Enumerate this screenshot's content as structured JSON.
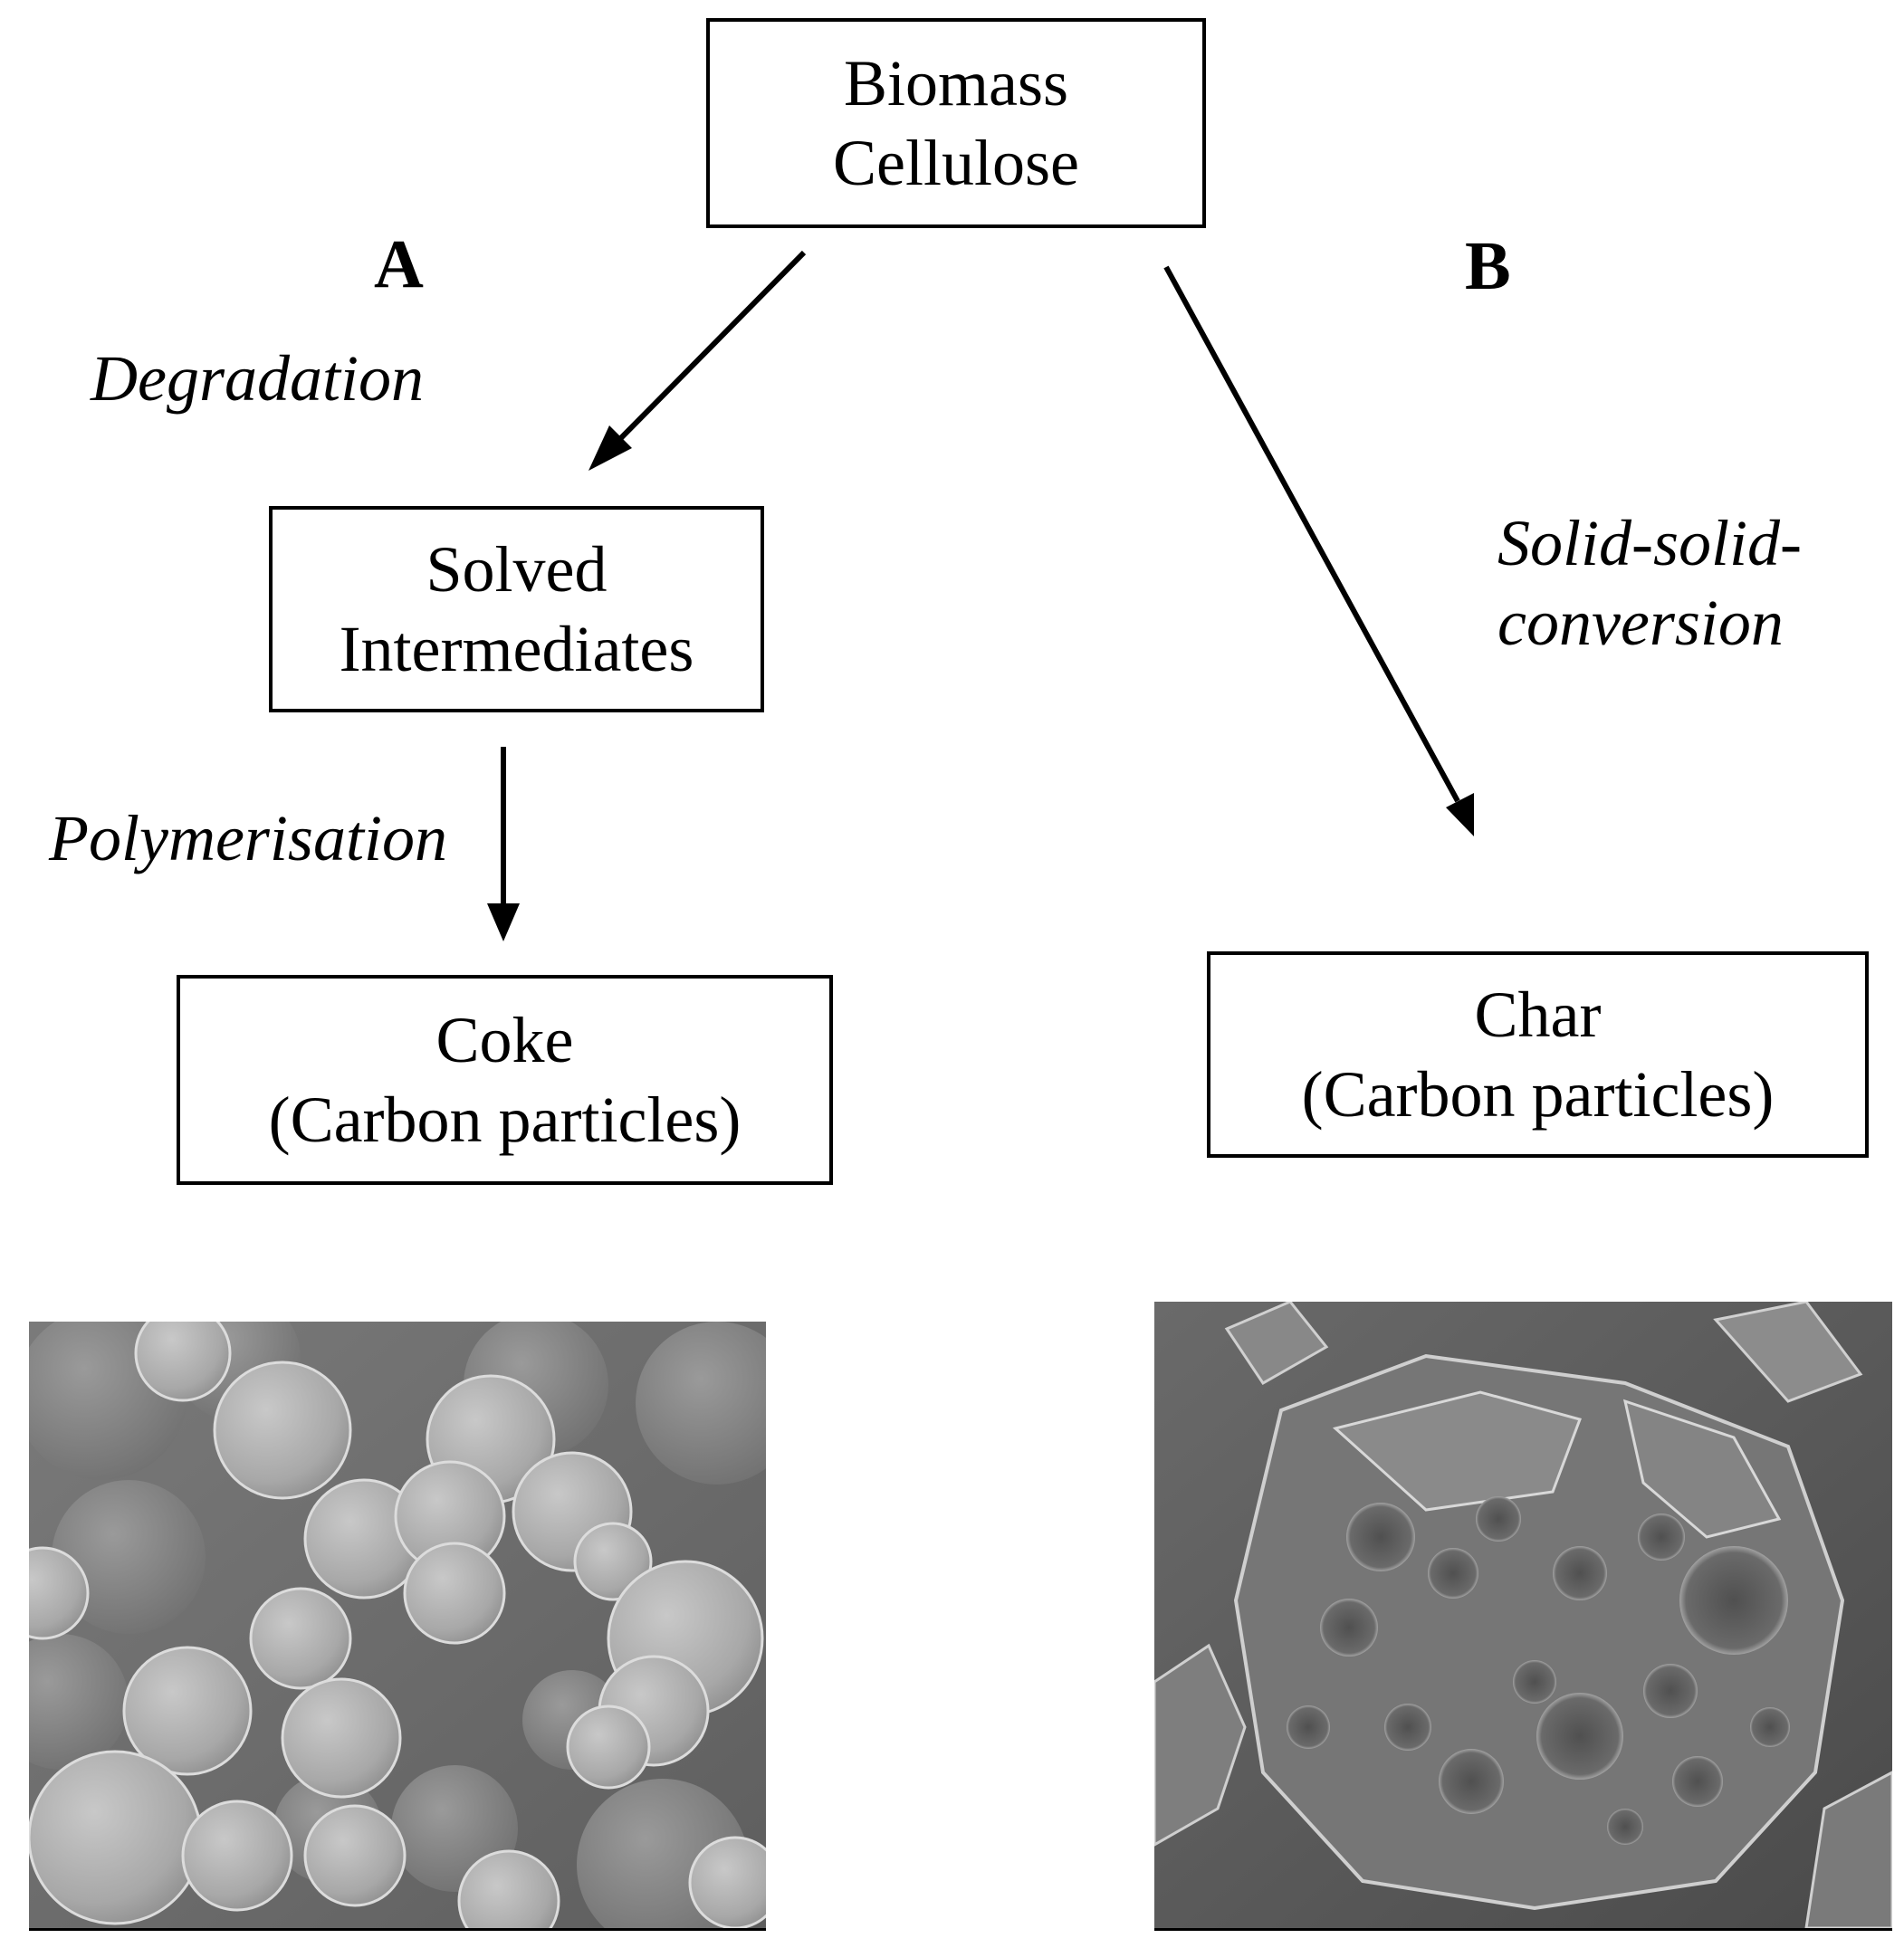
{
  "boxes": {
    "biomass": {
      "line1": "Biomass",
      "line2": "Cellulose"
    },
    "solved": {
      "line1": "Solved",
      "line2": "Intermediates"
    },
    "coke": {
      "line1": "Coke",
      "line2": "(Carbon particles)"
    },
    "char": {
      "line1": "Char",
      "line2": "(Carbon particles)"
    }
  },
  "pathways": {
    "a_label": "A",
    "b_label": "B",
    "degradation": "Degradation",
    "polymerisation": "Polymerisation",
    "solid_line1": "Solid-solid-",
    "solid_line2": "conversion"
  },
  "images": {
    "coke_micrograph": "SEM micrograph of spherical carbon particles",
    "char_micrograph": "SEM micrograph of porous char fragment"
  }
}
